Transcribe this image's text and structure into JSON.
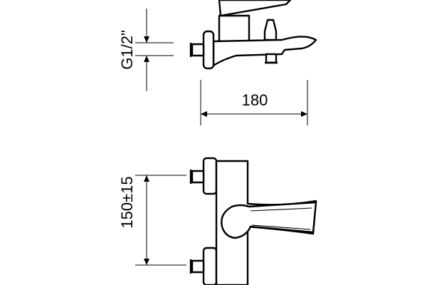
{
  "diagram": {
    "thread_size": "G1/2\"",
    "width_dimension": "180",
    "inlet_spacing_dimension": "150±15",
    "colors": {
      "line": "#000000",
      "background": "#ffffff"
    }
  }
}
